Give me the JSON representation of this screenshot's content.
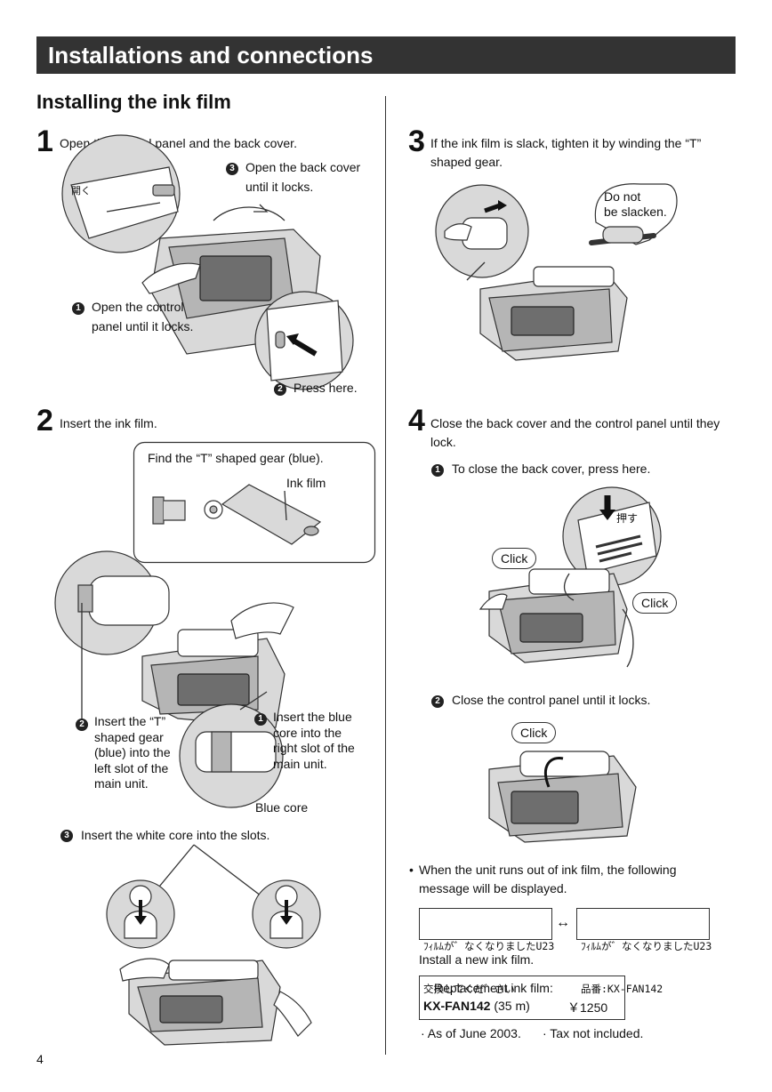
{
  "header": {
    "title": "Installations and connections"
  },
  "section": {
    "title": "Installing the ink film"
  },
  "step1": {
    "num": "1",
    "text": "Open the control panel and the back cover.",
    "callout3_num": "3",
    "callout3_line1": "Open the back cover",
    "callout3_line2": "until it locks.",
    "callout1_num": "1",
    "callout1_line1": "Open the control",
    "callout1_line2": "panel until it locks.",
    "callout2_num": "2",
    "callout2": "Press here.",
    "panel_text": "開く"
  },
  "step2": {
    "num": "2",
    "text": "Insert the ink film.",
    "find_gear": "Find the “T” shaped gear (blue).",
    "ink_film": "Ink film",
    "callout2_num": "2",
    "callout2_lines": [
      "Insert the “T”",
      "shaped gear",
      "(blue) into the",
      "left slot of the",
      "main unit."
    ],
    "callout1_num": "1",
    "callout1_lines": [
      "Insert the blue",
      "core into the",
      "right slot of the",
      "main unit."
    ],
    "blue_core": "Blue core",
    "callout3_num": "3",
    "callout3": "Insert the white core into the slots."
  },
  "step3": {
    "num": "3",
    "text_line1": "If the ink film is slack, tighten it by winding the “T”",
    "text_line2": "shaped gear.",
    "bubble_line1": "Do not",
    "bubble_line2": "be slacken."
  },
  "step4": {
    "num": "4",
    "text_line1": "Close the back cover and the control panel until they",
    "text_line2": "lock.",
    "callout1_num": "1",
    "callout1": "To close the back cover, press here.",
    "click_a": "Click",
    "click_b": "Click",
    "press_mark": "押す",
    "callout2_num": "2",
    "callout2": "Close the control panel until it locks.",
    "click_c": "Click"
  },
  "notice": {
    "bullet": "•",
    "line1": "When the unit runs out of ink film, the following",
    "line2": "message will be displayed.",
    "lcd_left_1": "ﾌｨﾙﾑが゛なくなりましたU23",
    "lcd_left_2": "交換してくだ゛さい",
    "arrow": "↔",
    "lcd_right_1": "ﾌｨﾙﾑが゛なくなりましたU23",
    "lcd_right_2": "品番:KX-FAN142",
    "install": "Install a new ink film."
  },
  "replacement": {
    "label": "Replacement ink film:",
    "model": "KX-FAN142",
    "length": " (35 m)",
    "price": "￥1250"
  },
  "footnotes": {
    "date": "· As of June 2003.",
    "tax": "· Tax not included."
  },
  "page": {
    "number": "4"
  }
}
